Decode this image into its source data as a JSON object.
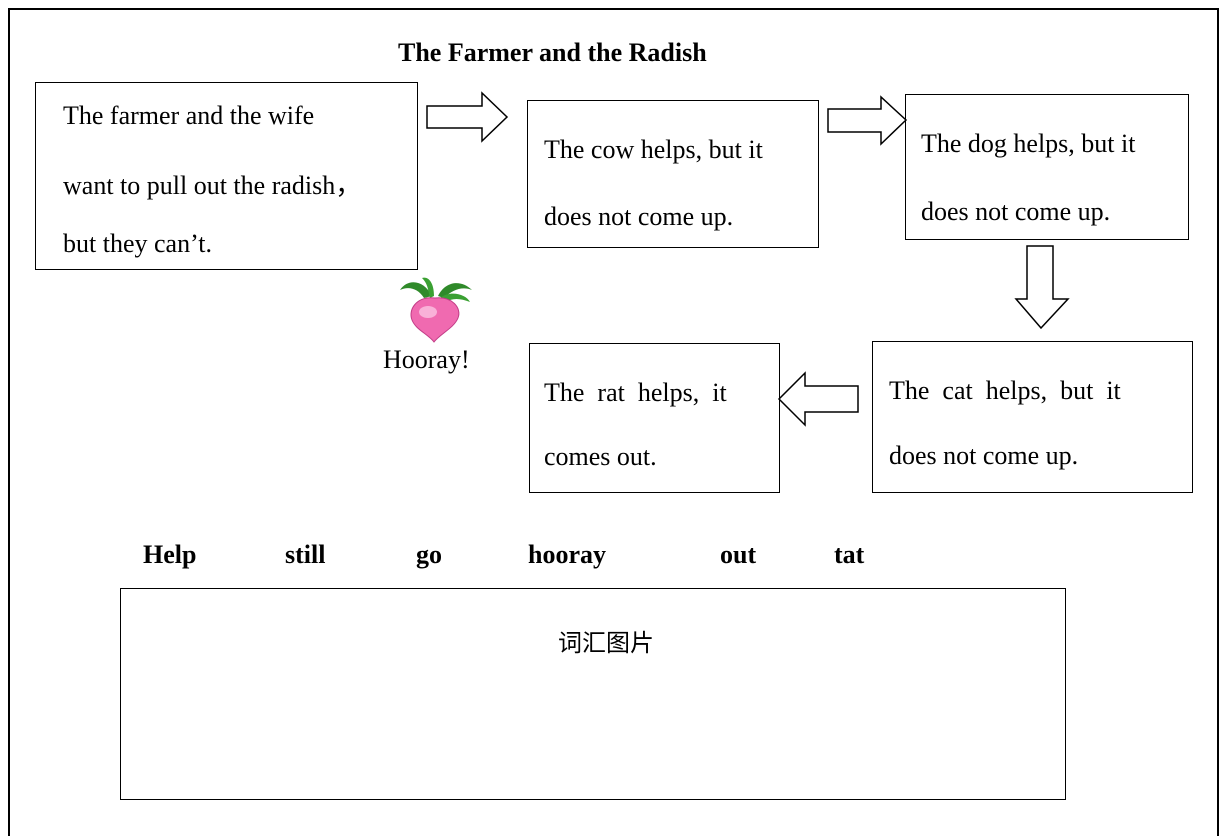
{
  "title": "The Farmer and the Radish",
  "boxes": {
    "farmer": [
      "The farmer and the wife",
      "want to pull out the radish，",
      "but they can’t."
    ],
    "cow": [
      "The cow helps, but it",
      "does not come up."
    ],
    "dog": [
      "The dog helps, but it",
      "does not come up."
    ],
    "cat": [
      "The  cat  helps,  but  it",
      "does not come up."
    ],
    "rat": [
      "The  rat  helps,  it",
      "comes out."
    ]
  },
  "hooray": "Hooray!",
  "word_bank": [
    "Help",
    "still",
    "go",
    "hooray",
    "out",
    "tat"
  ],
  "vocab_box_label": "词汇图片",
  "colors": {
    "radish": "#f06ab0",
    "leaves": "#2f8a2a",
    "border": "#000000"
  }
}
